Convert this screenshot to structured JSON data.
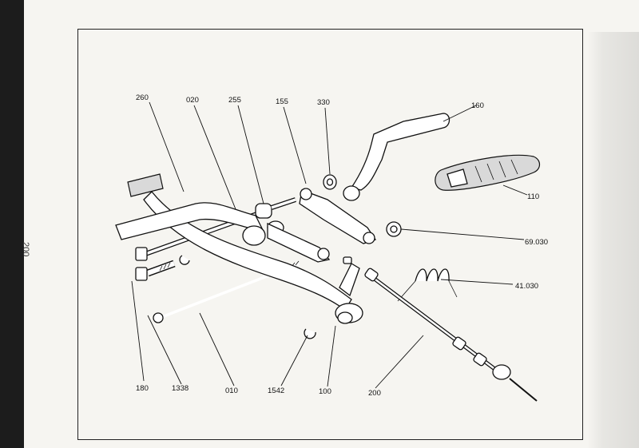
{
  "page": {
    "number": "200"
  },
  "callouts": {
    "c260": "260",
    "c020": "020",
    "c255": "255",
    "c155": "155",
    "c330": "330",
    "c160": "160",
    "c110": "110",
    "c69030": "69.030",
    "c41030": "41.030",
    "c200": "200",
    "c100": "100",
    "c1542": "1542",
    "c010": "010",
    "c1338": "1338",
    "c180": "180"
  }
}
